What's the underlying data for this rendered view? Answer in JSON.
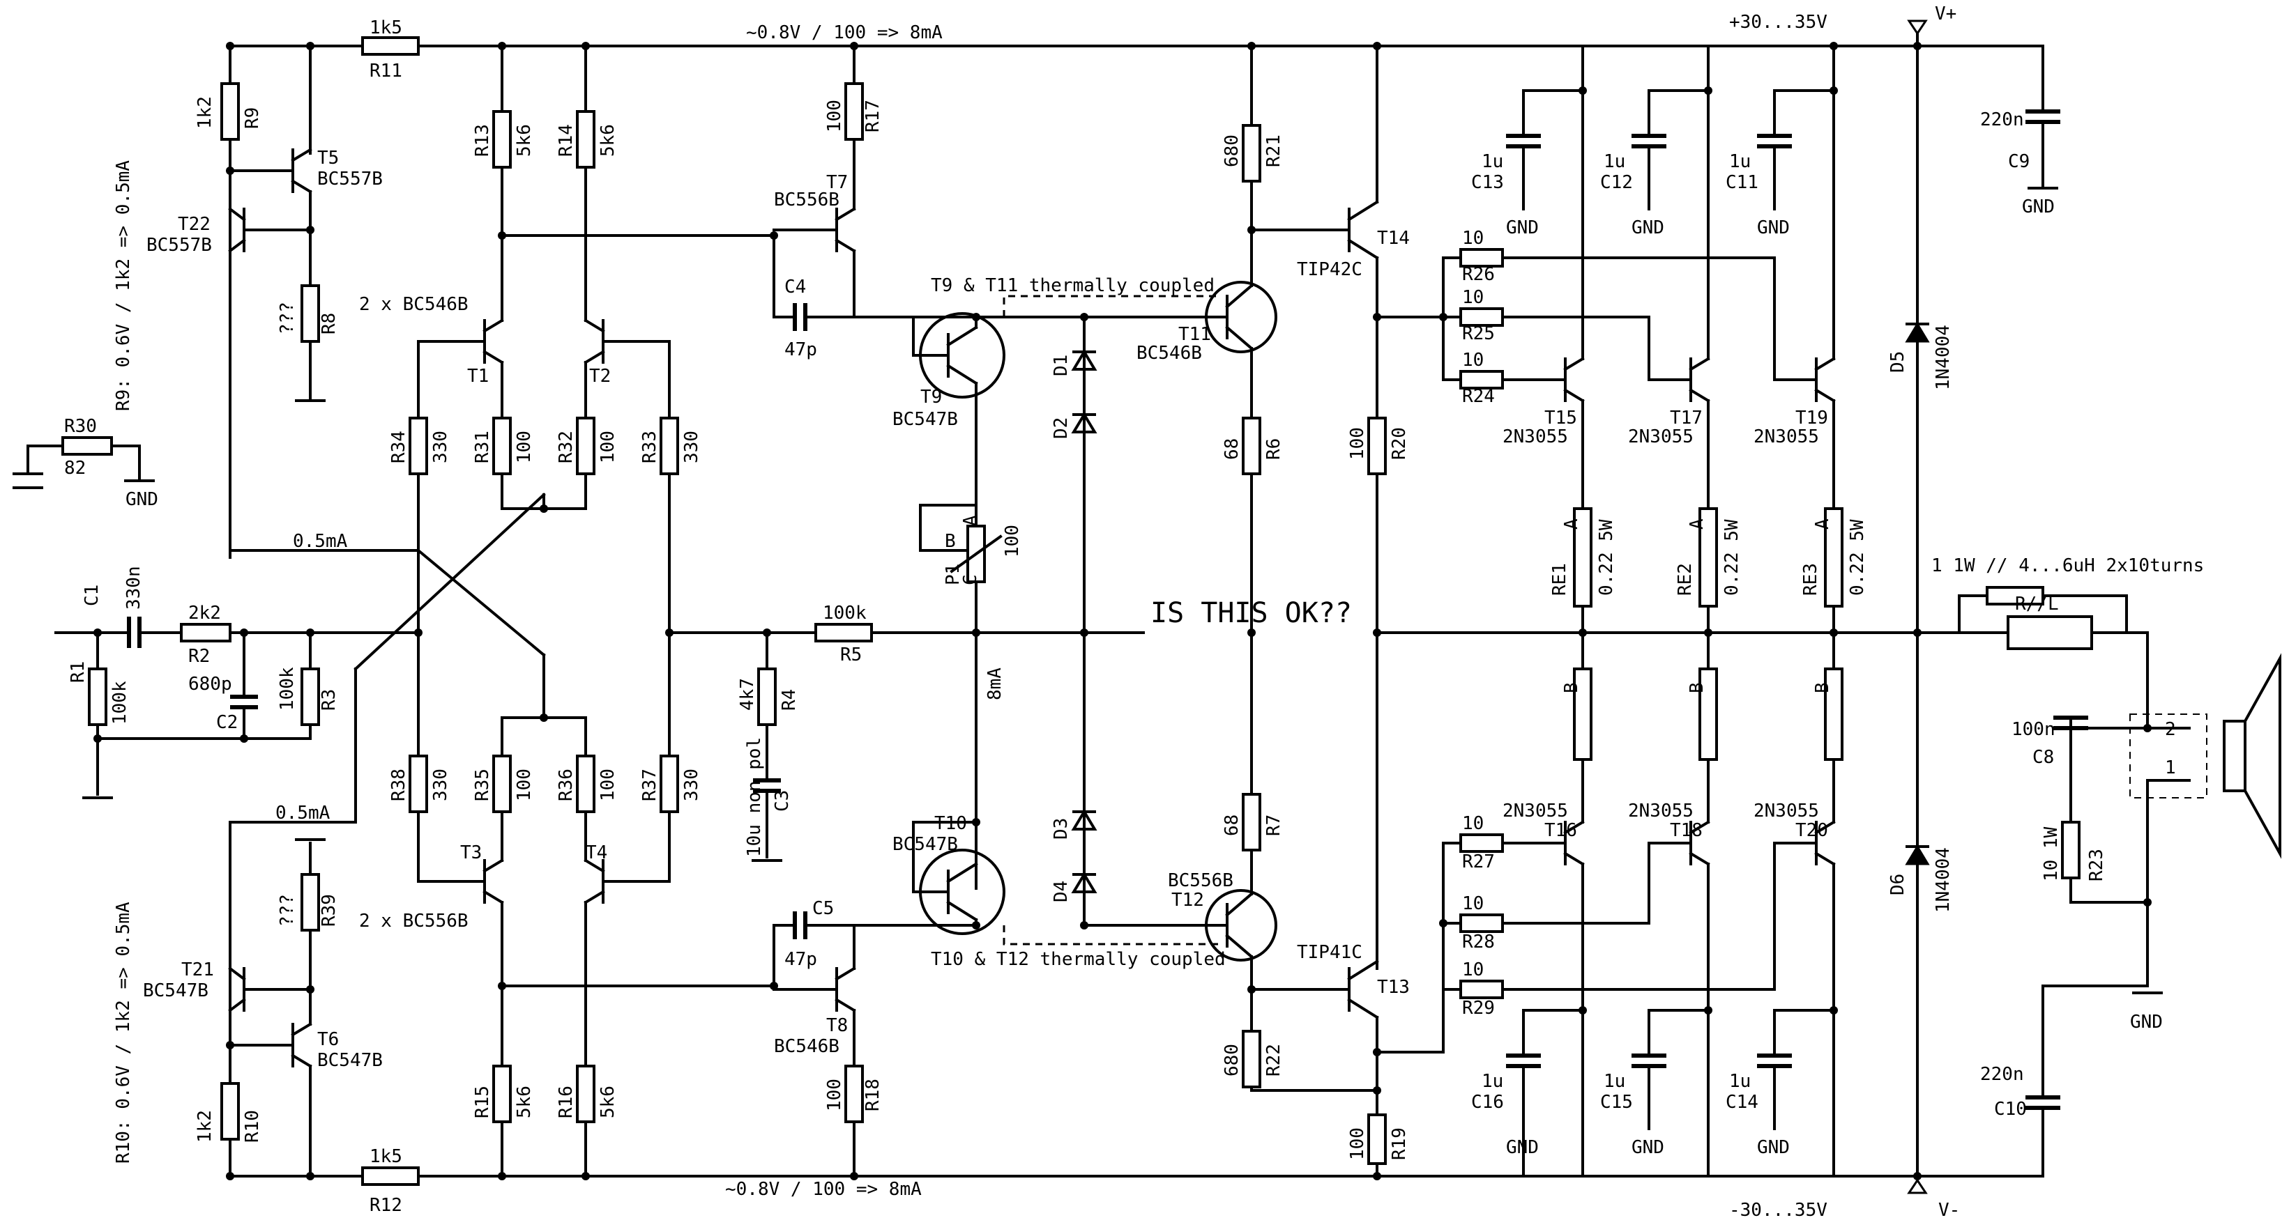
{
  "labels": {
    "top_current": "~0.8V / 100 => 8mA",
    "bottom_current": "~0.8V / 100 => 8mA",
    "vplus_supply": "+30...35V",
    "vminus_supply": "-30...35V",
    "vplus": "V+",
    "vminus": "V-",
    "r9_note": "R9: 0.6V / 1k2 => 0.5mA",
    "r10_note": "R10: 0.6V / 1k2 => 0.5mA",
    "t9_t11_note": "T9 & T11 thermally coupled",
    "t10_t12_note": "T10 & T12 thermally coupled",
    "question": "IS THIS OK??",
    "t12_bc546b": "2 x BC546B",
    "t34_bc556b": "2 x BC556B",
    "cur_05_top": "0.5mA",
    "cur_05_bot": "0.5mA",
    "cur_8ma": "8mA",
    "inductor_note": "1 1W // 4...6uH 2x10turns",
    "inductor_box": "R//L",
    "gnd": "GND"
  },
  "resistors": [
    {
      "ref": "R11",
      "value": "1k5"
    },
    {
      "ref": "R12",
      "value": "1k5"
    },
    {
      "ref": "R9",
      "value": "1k2"
    },
    {
      "ref": "R10",
      "value": "1k2"
    },
    {
      "ref": "R8",
      "value": "???"
    },
    {
      "ref": "R39",
      "value": "???"
    },
    {
      "ref": "R13",
      "value": "5k6"
    },
    {
      "ref": "R14",
      "value": "5k6"
    },
    {
      "ref": "R15",
      "value": "5k6"
    },
    {
      "ref": "R16",
      "value": "5k6"
    },
    {
      "ref": "R17",
      "value": "100"
    },
    {
      "ref": "R18",
      "value": "100"
    },
    {
      "ref": "R21",
      "value": "680"
    },
    {
      "ref": "R22",
      "value": "680"
    },
    {
      "ref": "R6",
      "value": "68"
    },
    {
      "ref": "R7",
      "value": "68"
    },
    {
      "ref": "R20",
      "value": "100"
    },
    {
      "ref": "R19",
      "value": "100"
    },
    {
      "ref": "R31",
      "value": "100"
    },
    {
      "ref": "R32",
      "value": "100"
    },
    {
      "ref": "R35",
      "value": "100"
    },
    {
      "ref": "R36",
      "value": "100"
    },
    {
      "ref": "R34",
      "value": "330"
    },
    {
      "ref": "R33",
      "value": "330"
    },
    {
      "ref": "R38",
      "value": "330"
    },
    {
      "ref": "R37",
      "value": "330"
    },
    {
      "ref": "R30",
      "value": "82"
    },
    {
      "ref": "R1",
      "value": "100k"
    },
    {
      "ref": "R2",
      "value": "2k2"
    },
    {
      "ref": "R3",
      "value": "100k"
    },
    {
      "ref": "R4",
      "value": "4k7"
    },
    {
      "ref": "R5",
      "value": "100k"
    },
    {
      "ref": "R24",
      "value": "10"
    },
    {
      "ref": "R25",
      "value": "10"
    },
    {
      "ref": "R26",
      "value": "10"
    },
    {
      "ref": "R27",
      "value": "10"
    },
    {
      "ref": "R28",
      "value": "10"
    },
    {
      "ref": "R29",
      "value": "10"
    },
    {
      "ref": "RE1",
      "value": "0.22 5W"
    },
    {
      "ref": "RE2",
      "value": "0.22 5W"
    },
    {
      "ref": "RE3",
      "value": "0.22 5W"
    },
    {
      "ref": "R23",
      "value": "10 1W"
    }
  ],
  "capacitors": [
    {
      "ref": "C1",
      "value": "330n"
    },
    {
      "ref": "C2",
      "value": "680p"
    },
    {
      "ref": "C3",
      "value": "10u non pol"
    },
    {
      "ref": "C4",
      "value": "47p"
    },
    {
      "ref": "C5",
      "value": "47p"
    },
    {
      "ref": "C8",
      "value": "100n"
    },
    {
      "ref": "C9",
      "value": "220n"
    },
    {
      "ref": "C10",
      "value": "220n"
    },
    {
      "ref": "C11",
      "value": "1u"
    },
    {
      "ref": "C12",
      "value": "1u"
    },
    {
      "ref": "C13",
      "value": "1u"
    },
    {
      "ref": "C14",
      "value": "1u"
    },
    {
      "ref": "C15",
      "value": "1u"
    },
    {
      "ref": "C16",
      "value": "1u"
    }
  ],
  "transistors": [
    {
      "ref": "T1",
      "type": ""
    },
    {
      "ref": "T2",
      "type": ""
    },
    {
      "ref": "T3",
      "type": ""
    },
    {
      "ref": "T4",
      "type": ""
    },
    {
      "ref": "T5",
      "type": "BC557B"
    },
    {
      "ref": "T22",
      "type": "BC557B"
    },
    {
      "ref": "T6",
      "type": "BC547B"
    },
    {
      "ref": "T21",
      "type": "BC547B"
    },
    {
      "ref": "T7",
      "type": "BC556B"
    },
    {
      "ref": "T8",
      "type": "BC546B"
    },
    {
      "ref": "T9",
      "type": "BC547B"
    },
    {
      "ref": "T10",
      "type": "BC547B"
    },
    {
      "ref": "T11",
      "type": "BC546B"
    },
    {
      "ref": "T12",
      "type": "BC556B"
    },
    {
      "ref": "T14",
      "type": "TIP42C"
    },
    {
      "ref": "T13",
      "type": "TIP41C"
    },
    {
      "ref": "T15",
      "type": "2N3055"
    },
    {
      "ref": "T17",
      "type": "2N3055"
    },
    {
      "ref": "T19",
      "type": "2N3055"
    },
    {
      "ref": "T16",
      "type": "2N3055"
    },
    {
      "ref": "T18",
      "type": "2N3055"
    },
    {
      "ref": "T20",
      "type": "2N3055"
    }
  ],
  "diodes": [
    {
      "ref": "D1"
    },
    {
      "ref": "D2"
    },
    {
      "ref": "D3"
    },
    {
      "ref": "D4"
    },
    {
      "ref": "D5",
      "type": "1N4004"
    },
    {
      "ref": "D6",
      "type": "1N4004"
    }
  ],
  "pot": {
    "ref": "P1",
    "value": "100",
    "pin_a": "A",
    "pin_b": "B",
    "pin_c": "C"
  },
  "emitter_pins": {
    "a": "A",
    "b": "B"
  },
  "speaker_pins": {
    "p1": "1",
    "p2": "2"
  }
}
